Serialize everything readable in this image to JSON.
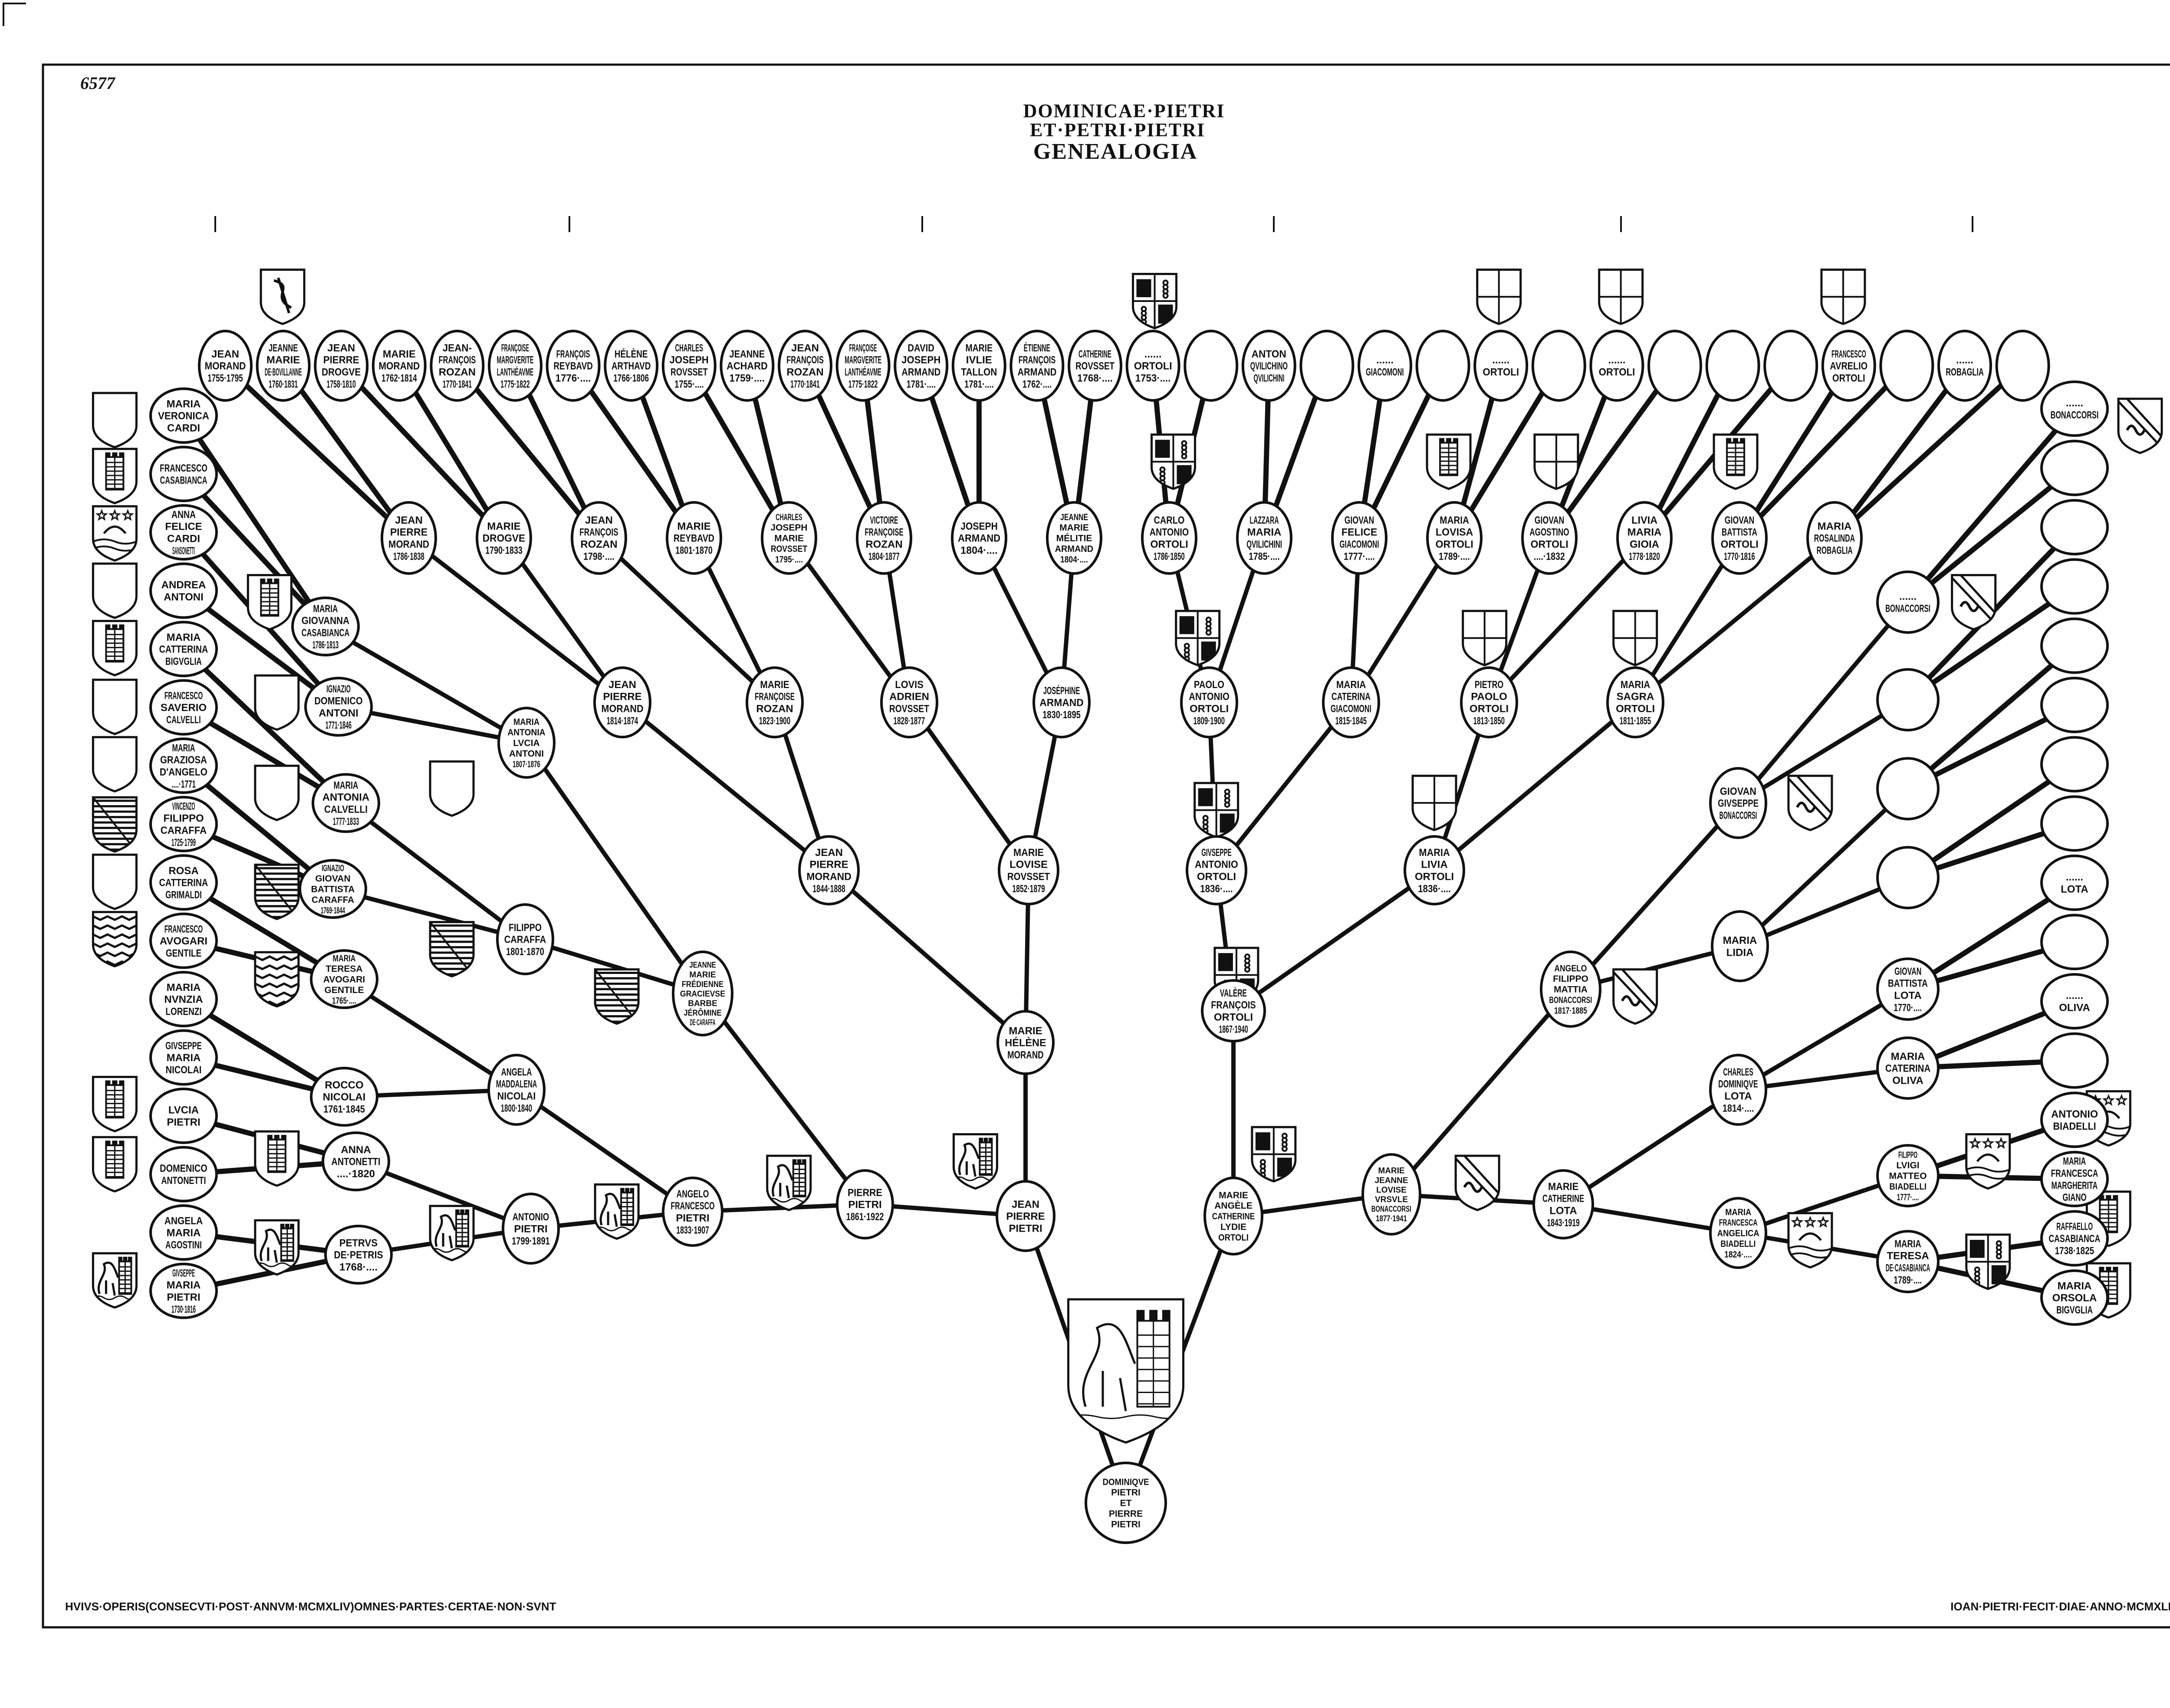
{
  "sheet": {
    "page_number": "6577",
    "title_lines": [
      "DOMINICAE·PIETRI",
      "ET·PETRI·PIETRI",
      "GENEALOGIA"
    ],
    "footer_left": "HVIVS·OPERIS(CONSECVTI·POST·ANNVM·MCMXLIV)OMNES·PARTES·CERTAE·NON·SVNT",
    "footer_right": "IOAN·PIETRI·FECIT·DIAE·ANNO·MCMXLIV"
  },
  "people": {
    "root": {
      "lines": [
        "DOMINIQVE",
        "PIETRI",
        "ET",
        "PIERRE",
        "PIETRI"
      ]
    },
    "jpp": {
      "lines": [
        "JEAN",
        "PIERRE",
        "PIETRI"
      ]
    },
    "mao": {
      "lines": [
        "MARIE",
        "ANGÈLE",
        "CATHERINE",
        "LYDIE",
        "ORTOLI"
      ]
    },
    "pp": {
      "lines": [
        "PIERRE",
        "PIETRI",
        "1861·1922"
      ]
    },
    "mhm": {
      "lines": [
        "MARIE",
        "HÉLÈNE",
        "MORAND"
      ]
    },
    "vfo": {
      "lines": [
        "VALÈRE",
        "FRANÇOIS",
        "ORTOLI",
        "1867·1940"
      ]
    },
    "mjb": {
      "lines": [
        "MARIE",
        "JEANNE",
        "LOVISE",
        "VRSVLE",
        "BONACCORSI",
        "1877·1941"
      ]
    },
    "h0": {
      "lines": [
        "ANGELO",
        "FRANCESCO",
        "PIETRI",
        "1833·1907"
      ]
    },
    "h1": {
      "lines": [
        "JEANNE",
        "MARIE",
        "FRÉDIENNE",
        "GRACIEVSE",
        "BARBE",
        "JÉRÔMINE",
        "DE·CARAFFA"
      ]
    },
    "h2": {
      "lines": [
        "JEAN",
        "PIERRE",
        "MORAND",
        "1844·1888"
      ]
    },
    "h3": {
      "lines": [
        "MARIE",
        "LOVISE",
        "ROVSSET",
        "1852·1879"
      ]
    },
    "h4": {
      "lines": [
        "GIVSEPPE",
        "ANTONIO",
        "ORTOLI",
        "1836·...."
      ]
    },
    "h5": {
      "lines": [
        "MARIA",
        "LIVIA",
        "ORTOLI",
        "1836·...."
      ]
    },
    "h6": {
      "lines": [
        "ANGELO",
        "FILIPPO",
        "MATTIA",
        "BONACCORSI",
        "1817·1885"
      ]
    },
    "h7": {
      "lines": [
        "MARIE",
        "CATHERINE",
        "LOTA",
        "1843·1919"
      ]
    },
    "g0": {
      "lines": [
        "ANTONIO",
        "PIETRI",
        "1799·1891"
      ]
    },
    "g1": {
      "lines": [
        "ANGELA",
        "MADDALENA",
        "NICOLAI",
        "1800·1840"
      ]
    },
    "g2": {
      "lines": [
        "FILIPPO",
        "CARAFFA",
        "1801·1870"
      ]
    },
    "g3": {
      "lines": [
        "MARIA",
        "ANTONIA",
        "LVCIA",
        "ANTONI",
        "1807·1876"
      ]
    },
    "g4": {
      "lines": [
        "JEAN",
        "PIERRE",
        "MORAND",
        "1814·1874"
      ]
    },
    "g5": {
      "lines": [
        "MARIE",
        "FRANÇOISE",
        "ROZAN",
        "1823·1900"
      ]
    },
    "g6": {
      "lines": [
        "LOVIS",
        "ADRIEN",
        "ROVSSET",
        "1828·1877"
      ]
    },
    "g7": {
      "lines": [
        "JOSÉPHINE",
        "ARMAND",
        "1830·1895"
      ]
    },
    "g8": {
      "lines": [
        "PAOLO",
        "ANTONIO",
        "ORTOLI",
        "1809·1900"
      ]
    },
    "g9": {
      "lines": [
        "MARIA",
        "CATERINA",
        "GIACOMONI",
        "1815·1845"
      ]
    },
    "g10": {
      "lines": [
        "PIETRO",
        "PAOLO",
        "ORTOLI",
        "1813·1850"
      ]
    },
    "g11": {
      "lines": [
        "MARIA",
        "SAGRA",
        "ORTOLI",
        "1811·1855"
      ]
    },
    "g12": {
      "lines": [
        "GIOVAN",
        "GIVSEPPE",
        "BONACCORSI"
      ]
    },
    "g13": {
      "lines": [
        "MARIA",
        "LIDIA"
      ]
    },
    "g14": {
      "lines": [
        "CHARLES",
        "DOMINIQVE",
        "LOTA",
        "1814·...."
      ]
    },
    "g15": {
      "lines": [
        "MARIA",
        "FRANCESCA",
        "ANGELICA",
        "BIADELLI",
        "1824·...."
      ]
    },
    "m0": {
      "lines": [
        "MARIA",
        "GIOVANNA",
        "CASABIANCA",
        "1786·1813"
      ]
    },
    "m1": {
      "lines": [
        "IGNAZIO",
        "DOMENICO",
        "ANTONI",
        "1771·1846"
      ]
    },
    "m2": {
      "lines": [
        "MARIA",
        "ANTONIA",
        "CALVELLI",
        "1777·1833"
      ]
    },
    "m3": {
      "lines": [
        "IGNAZIO",
        "GIOVAN",
        "BATTISTA",
        "CARAFFA",
        "1769·1844"
      ]
    },
    "m4": {
      "lines": [
        "MARIA",
        "TERESA",
        "AVOGARI",
        "GENTILE",
        "1765·...."
      ]
    },
    "m5": {
      "lines": [
        "ROCCO",
        "NICOLAI",
        "1761·1845"
      ]
    },
    "m6": {
      "lines": [
        "ANNA",
        "ANTONETTI",
        "....·1820"
      ]
    },
    "m7": {
      "lines": [
        "PETRVS",
        "DE·PETRIS",
        "1768·...."
      ]
    },
    "s0": {
      "lines": [
        "JEAN",
        "PIERRE",
        "MORAND",
        "1786·1838"
      ]
    },
    "s1": {
      "lines": [
        "MARIE",
        "DROGVE",
        "1790·1833"
      ]
    },
    "s2": {
      "lines": [
        "JEAN",
        "FRANÇOIS",
        "ROZAN",
        "1798·...."
      ]
    },
    "s3": {
      "lines": [
        "MARIE",
        "REYBAVD",
        "1801·1870"
      ]
    },
    "s4": {
      "lines": [
        "CHARLES",
        "JOSEPH",
        "MARIE",
        "ROVSSET",
        "1795·...."
      ]
    },
    "s5": {
      "lines": [
        "VICTOIRE",
        "FRANÇOISE",
        "ROZAN",
        "1804·1877"
      ]
    },
    "s6": {
      "lines": [
        "JOSEPH",
        "ARMAND",
        "1804·...."
      ]
    },
    "s7": {
      "lines": [
        "JEANNE",
        "MARIE",
        "MÉLITIE",
        "ARMAND",
        "1804·...."
      ]
    },
    "s8": {
      "lines": [
        "CARLO",
        "ANTONIO",
        "ORTOLI",
        "1786·1850"
      ]
    },
    "s9": {
      "lines": [
        "LAZZARA",
        "MARIA",
        "QVILICHINI",
        "1785·...."
      ]
    },
    "s10": {
      "lines": [
        "GIOVAN",
        "FELICE",
        "GIACOMONI",
        "1777·...."
      ]
    },
    "s11": {
      "lines": [
        "MARIA",
        "LOVISA",
        "ORTOLI",
        "1789·...."
      ]
    },
    "s12": {
      "lines": [
        "GIOVAN",
        "AGOSTINO",
        "ORTOLI",
        "....·1832"
      ]
    },
    "s13": {
      "lines": [
        "LIVIA",
        "MARIA",
        "GIOIA",
        "1778·1820"
      ]
    },
    "s14": {
      "lines": [
        "GIOVAN",
        "BATTISTA",
        "ORTOLI",
        "1770·1816"
      ]
    },
    "s15": {
      "lines": [
        "MARIA",
        "ROSALINDA",
        "ROBAGLIA"
      ]
    },
    "n0": {
      "lines": [
        "......",
        "BONACCORSI"
      ]
    },
    "n1": {
      "lines": []
    },
    "n2": {
      "lines": []
    },
    "n3": {
      "lines": []
    },
    "n4": {
      "lines": [
        "GIOVAN",
        "BATTISTA",
        "LOTA",
        "1770·...."
      ]
    },
    "n5": {
      "lines": [
        "MARIA",
        "CATERINA",
        "OLIVA"
      ]
    },
    "n6": {
      "lines": [
        "FILIPPO",
        "LVIGI",
        "MATTEO",
        "BIADELLI",
        "1777·...."
      ]
    },
    "n7": {
      "lines": [
        "MARIA",
        "TERESA",
        "DE·CASABIANCA",
        "1789·...."
      ]
    },
    "t0": {
      "lines": [
        "JEAN",
        "MORAND",
        "1755·1795"
      ]
    },
    "t1": {
      "lines": [
        "JEANNE",
        "MARIE",
        "DE·BOVILLANNE",
        "1760·1831"
      ]
    },
    "t2": {
      "lines": [
        "JEAN",
        "PIERRE",
        "DROGVE",
        "1758·1810"
      ]
    },
    "t3": {
      "lines": [
        "MARIE",
        "MORAND",
        "1762·1814"
      ]
    },
    "t4": {
      "lines": [
        "JEAN-",
        "FRANÇOIS",
        "ROZAN",
        "1770·1841"
      ]
    },
    "t5": {
      "lines": [
        "FRANÇOISE",
        "MARGVERITE",
        "LANTHÉAVME",
        "1775·1822"
      ]
    },
    "t6": {
      "lines": [
        "FRANÇOIS",
        "REYBAVD",
        "1776·...."
      ]
    },
    "t7": {
      "lines": [
        "HÉLÈNE",
        "ARTHAVD",
        "1766·1806"
      ]
    },
    "t8": {
      "lines": [
        "CHARLES",
        "JOSEPH",
        "ROVSSET",
        "1755·...."
      ]
    },
    "t9": {
      "lines": [
        "JEANNE",
        "ACHARD",
        "1759·...."
      ]
    },
    "t10": {
      "lines": [
        "JEAN",
        "FRANÇOIS",
        "ROZAN",
        "1770·1841"
      ]
    },
    "t11": {
      "lines": [
        "FRANÇOISE",
        "MARGVERITE",
        "LANTHÉAVME",
        "1775·1822"
      ]
    },
    "t12": {
      "lines": [
        "DAVID",
        "JOSEPH",
        "ARMAND",
        "1781·...."
      ]
    },
    "t13": {
      "lines": [
        "MARIE",
        "IVLIE",
        "TALLON",
        "1781·...."
      ]
    },
    "t14": {
      "lines": [
        "ÉTIENNE",
        "FRANÇOIS",
        "ARMAND",
        "1762·...."
      ]
    },
    "t15": {
      "lines": [
        "CATHERINE",
        "ROVSSET",
        "1768·...."
      ]
    },
    "t16": {
      "lines": [
        "......",
        "ORTOLI",
        "1753·...."
      ]
    },
    "t17": {
      "lines": []
    },
    "t18": {
      "lines": [
        "ANTON",
        "QVILICHINO",
        "QVILICHINI"
      ]
    },
    "t19": {
      "lines": []
    },
    "t20": {
      "lines": [
        "......",
        "GIACOMONI"
      ]
    },
    "t21": {
      "lines": []
    },
    "t22": {
      "lines": [
        "......",
        "ORTOLI"
      ]
    },
    "t23": {
      "lines": []
    },
    "t24": {
      "lines": [
        "......",
        "ORTOLI"
      ]
    },
    "t25": {
      "lines": []
    },
    "t26": {
      "lines": []
    },
    "t27": {
      "lines": []
    },
    "t28": {
      "lines": [
        "FRANCESCO",
        "AVRELIO",
        "ORTOLI"
      ]
    },
    "t29": {
      "lines": []
    },
    "t30": {
      "lines": [
        "......",
        "ROBAGLIA"
      ]
    },
    "t31": {
      "lines": []
    },
    "l0": {
      "lines": [
        "MARIA",
        "VERONICA",
        "CARDI"
      ]
    },
    "l1": {
      "lines": [
        "FRANCESCO",
        "CASABIANCA"
      ]
    },
    "l2": {
      "lines": [
        "ANNA",
        "FELICE",
        "CARDI",
        "SANSONETTI"
      ]
    },
    "l3": {
      "lines": [
        "ANDREA",
        "ANTONI"
      ]
    },
    "l4": {
      "lines": [
        "MARIA",
        "CATTERINA",
        "BIGVGLIA"
      ]
    },
    "l5": {
      "lines": [
        "FRANCESCO",
        "SAVERIO",
        "CALVELLI"
      ]
    },
    "l6": {
      "lines": [
        "MARIA",
        "GRAZIOSA",
        "D'ANGELO",
        "....·1771"
      ]
    },
    "l7": {
      "lines": [
        "VINCENZO",
        "FILIPPO",
        "CARAFFA",
        "1725·1799"
      ]
    },
    "l8": {
      "lines": [
        "ROSA",
        "CATTERINA",
        "GRIMALDI"
      ]
    },
    "l9": {
      "lines": [
        "FRANCESCO",
        "AVOGARI",
        "GENTILE"
      ]
    },
    "l10": {
      "lines": [
        "MARIA",
        "NVNZIA",
        "LORENZI"
      ]
    },
    "l11": {
      "lines": [
        "GIVSEPPE",
        "MARIA",
        "NICOLAI"
      ]
    },
    "l12": {
      "lines": [
        "LVCIA",
        "PIETRI"
      ]
    },
    "l13": {
      "lines": [
        "DOMENICO",
        "ANTONETTI"
      ]
    },
    "l14": {
      "lines": [
        "ANGELA",
        "MARIA",
        "AGOSTINI"
      ]
    },
    "l15": {
      "lines": [
        "GIVSEPPE",
        "MARIA",
        "PIETRI",
        "1730·1816"
      ]
    },
    "r0": {
      "lines": [
        "......",
        "BONACCORSI"
      ]
    },
    "r1": {
      "lines": []
    },
    "r2": {
      "lines": []
    },
    "r3": {
      "lines": []
    },
    "r4": {
      "lines": []
    },
    "r5": {
      "lines": []
    },
    "r6": {
      "lines": []
    },
    "r7": {
      "lines": []
    },
    "r8": {
      "lines": [
        "......",
        "LOTA"
      ]
    },
    "r9": {
      "lines": []
    },
    "r10": {
      "lines": [
        "......",
        "OLIVA"
      ]
    },
    "r11": {
      "lines": []
    },
    "r12": {
      "lines": [
        "ANTONIO",
        "BIADELLI"
      ]
    },
    "r13": {
      "lines": [
        "MARIA",
        "FRANCESCA",
        "MARGHERITA",
        "GIANO"
      ]
    },
    "r14": {
      "lines": [
        "RAFFAELLO",
        "CASABIANCA",
        "1738·1825"
      ]
    },
    "r15": {
      "lines": [
        "MARIA",
        "ORSOLA",
        "BIGVGLIA"
      ]
    }
  },
  "relations": [
    {
      "child": "root",
      "parents": [
        "jpp",
        "mao"
      ]
    },
    {
      "child": "jpp",
      "parents": [
        "pp",
        "mhm"
      ]
    },
    {
      "child": "mao",
      "parents": [
        "vfo",
        "mjb"
      ]
    },
    {
      "child": "pp",
      "parents": [
        "h0",
        "h1"
      ]
    },
    {
      "child": "mhm",
      "parents": [
        "h2",
        "h3"
      ]
    },
    {
      "child": "vfo",
      "parents": [
        "h4",
        "h5"
      ]
    },
    {
      "child": "mjb",
      "parents": [
        "h6",
        "h7"
      ]
    },
    {
      "child": "h0",
      "parents": [
        "g0",
        "g1"
      ]
    },
    {
      "child": "h1",
      "parents": [
        "g2",
        "g3"
      ]
    },
    {
      "child": "h2",
      "parents": [
        "g4",
        "g5"
      ]
    },
    {
      "child": "h3",
      "parents": [
        "g6",
        "g7"
      ]
    },
    {
      "child": "h4",
      "parents": [
        "g8",
        "g9"
      ]
    },
    {
      "child": "h5",
      "parents": [
        "g10",
        "g11"
      ]
    },
    {
      "child": "h6",
      "parents": [
        "g12",
        "g13"
      ]
    },
    {
      "child": "h7",
      "parents": [
        "g14",
        "g15"
      ]
    },
    {
      "child": "g0",
      "parents": [
        "m7",
        "m6"
      ]
    },
    {
      "child": "g1",
      "parents": [
        "m5",
        "m4"
      ]
    },
    {
      "child": "g2",
      "parents": [
        "m3",
        "m2"
      ]
    },
    {
      "child": "g3",
      "parents": [
        "m1",
        "m0"
      ]
    },
    {
      "child": "g4",
      "parents": [
        "s0",
        "s1"
      ]
    },
    {
      "child": "g5",
      "parents": [
        "s2",
        "s3"
      ]
    },
    {
      "child": "g6",
      "parents": [
        "s4",
        "s5"
      ]
    },
    {
      "child": "g7",
      "parents": [
        "s6",
        "s7"
      ]
    },
    {
      "child": "g8",
      "parents": [
        "s8",
        "s9"
      ]
    },
    {
      "child": "g9",
      "parents": [
        "s10",
        "s11"
      ]
    },
    {
      "child": "g10",
      "parents": [
        "s12",
        "s13"
      ]
    },
    {
      "child": "g11",
      "parents": [
        "s14",
        "s15"
      ]
    },
    {
      "child": "g12",
      "parents": [
        "n0",
        "n1"
      ]
    },
    {
      "child": "g13",
      "parents": [
        "n2",
        "n3"
      ]
    },
    {
      "child": "g14",
      "parents": [
        "n4",
        "n5"
      ]
    },
    {
      "child": "g15",
      "parents": [
        "n6",
        "n7"
      ]
    },
    {
      "child": "m0",
      "parents": [
        "l0",
        "l1"
      ]
    },
    {
      "child": "m1",
      "parents": [
        "l2",
        "l3"
      ]
    },
    {
      "child": "m2",
      "parents": [
        "l4",
        "l5"
      ]
    },
    {
      "child": "m3",
      "parents": [
        "l6",
        "l7"
      ]
    },
    {
      "child": "m4",
      "parents": [
        "l8",
        "l9"
      ]
    },
    {
      "child": "m5",
      "parents": [
        "l10",
        "l11"
      ]
    },
    {
      "child": "m6",
      "parents": [
        "l12",
        "l13"
      ]
    },
    {
      "child": "m7",
      "parents": [
        "l14",
        "l15"
      ]
    },
    {
      "child": "s0",
      "parents": [
        "t0",
        "t1"
      ]
    },
    {
      "child": "s1",
      "parents": [
        "t2",
        "t3"
      ]
    },
    {
      "child": "s2",
      "parents": [
        "t4",
        "t5"
      ]
    },
    {
      "child": "s3",
      "parents": [
        "t6",
        "t7"
      ]
    },
    {
      "child": "s4",
      "parents": [
        "t8",
        "t9"
      ]
    },
    {
      "child": "s5",
      "parents": [
        "t10",
        "t11"
      ]
    },
    {
      "child": "s6",
      "parents": [
        "t12",
        "t13"
      ]
    },
    {
      "child": "s7",
      "parents": [
        "t14",
        "t15"
      ]
    },
    {
      "child": "s8",
      "parents": [
        "t16",
        "t17"
      ]
    },
    {
      "child": "s9",
      "parents": [
        "t18",
        "t19"
      ]
    },
    {
      "child": "s10",
      "parents": [
        "t20",
        "t21"
      ]
    },
    {
      "child": "s11",
      "parents": [
        "t22",
        "t23"
      ]
    },
    {
      "child": "s12",
      "parents": [
        "t24",
        "t25"
      ]
    },
    {
      "child": "s13",
      "parents": [
        "t26",
        "t27"
      ]
    },
    {
      "child": "s14",
      "parents": [
        "t28",
        "t29"
      ]
    },
    {
      "child": "s15",
      "parents": [
        "t30",
        "t31"
      ]
    },
    {
      "child": "n0",
      "parents": [
        "r0",
        "r1"
      ]
    },
    {
      "child": "n1",
      "parents": [
        "r2",
        "r3"
      ]
    },
    {
      "child": "n2",
      "parents": [
        "r4",
        "r5"
      ]
    },
    {
      "child": "n3",
      "parents": [
        "r6",
        "r7"
      ]
    },
    {
      "child": "n4",
      "parents": [
        "r8",
        "r9"
      ]
    },
    {
      "child": "n5",
      "parents": [
        "r10",
        "r11"
      ]
    },
    {
      "child": "n6",
      "parents": [
        "r12",
        "r13"
      ]
    },
    {
      "child": "n7",
      "parents": [
        "r14",
        "r15"
      ]
    }
  ],
  "colors": {
    "ink": "#111111",
    "paper": "#ffffff"
  }
}
